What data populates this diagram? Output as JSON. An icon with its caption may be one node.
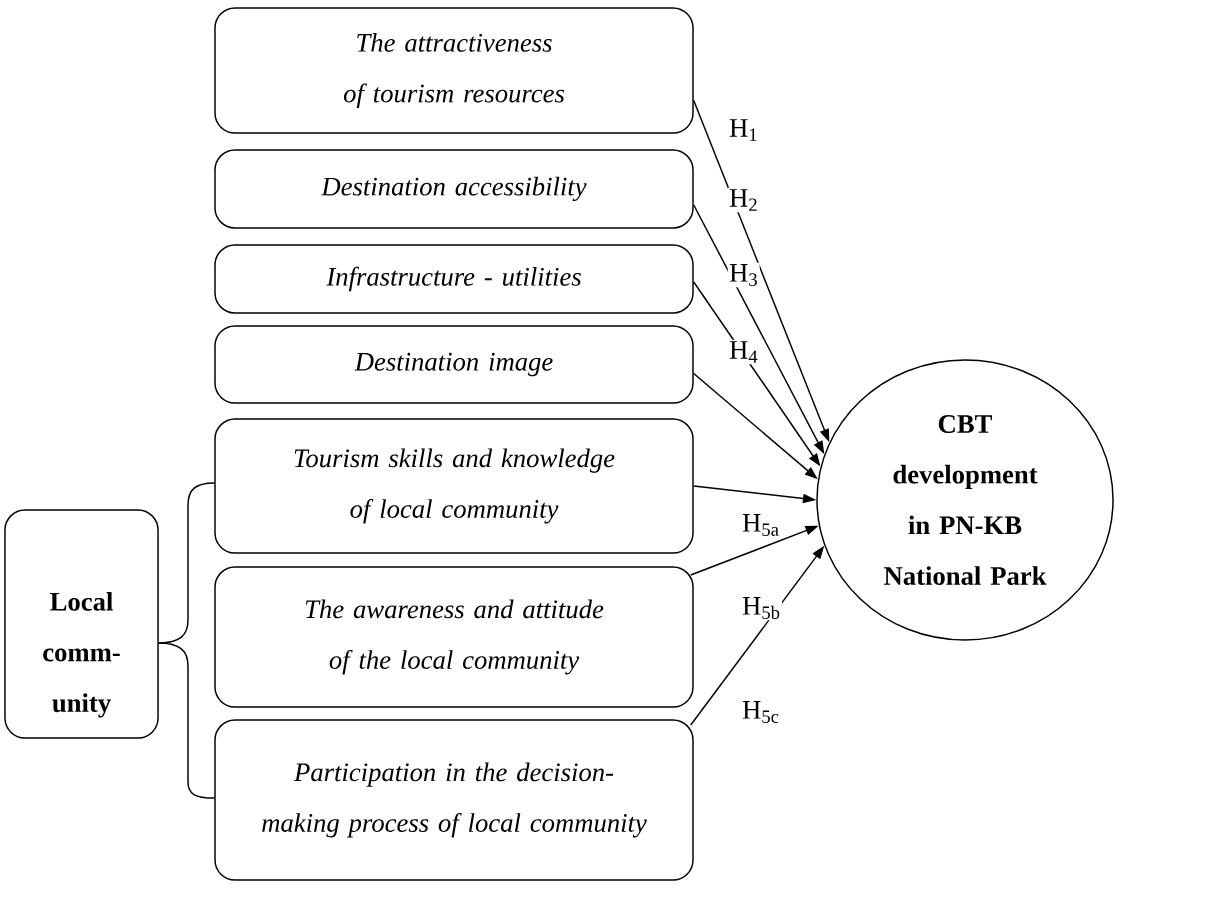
{
  "diagram": {
    "nodes": [
      {
        "text": [
          "The attractiveness of tourism resources"
        ]
      },
      {
        "text": [
          "Destination accessibility"
        ]
      },
      {
        "text": [
          "Infrastructure - utilities"
        ]
      },
      {
        "text": [
          "Destination image"
        ]
      },
      {
        "text": [
          "Local comm-unity"
        ]
      },
      {
        "text": [
          "Tourism skills and knowledge of local community"
        ]
      },
      {
        "text": [
          "The awareness and attitude of the local community"
        ]
      },
      {
        "text": [
          "Participation in the decision-making process of local community"
        ]
      },
      {
        "text": [
          "CBT development in PN-KB National Park"
        ]
      }
    ],
    "edges": [
      {
        "from": 0,
        "to": 8,
        "arrow": "to",
        "label": "H$_{1}$"
      },
      {
        "from": 1,
        "to": 8,
        "arrow": "to",
        "label": "H$_{2}$"
      },
      {
        "from": 2,
        "to": 8,
        "arrow": "to",
        "label": "H$_{3}$"
      },
      {
        "from": 3,
        "to": 8,
        "arrow": "to",
        "label": "H$_{4}$"
      },
      {
        "from": 5,
        "to": 8,
        "arrow": "to",
        "label": "H$_{5a}$"
      },
      {
        "from": 6,
        "to": 8,
        "arrow": "to",
        "label": "H$_{5b}$"
      },
      {
        "from": 7,
        "to": 8,
        "arrow": "to",
        "label": "H$_{5c}$"
      },
      {
        "from": 4,
        "to": 5,
        "arrow": "none"
      },
      {
        "from": 4,
        "to": 7,
        "arrow": "none"
      }
    ]
  }
}
